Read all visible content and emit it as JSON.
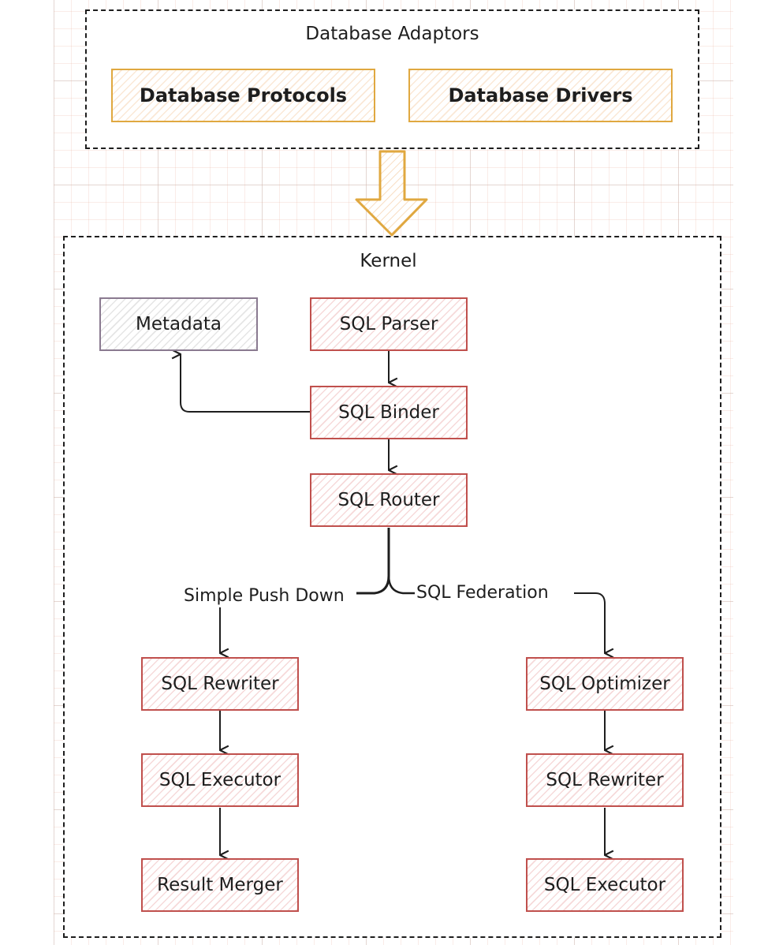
{
  "diagram": {
    "adaptors_group": {
      "title": "Database Adaptors",
      "nodes": [
        "Database Protocols",
        "Database Drivers"
      ]
    },
    "kernel_group": {
      "title": "Kernel",
      "nodes": {
        "metadata": "Metadata",
        "parser": "SQL Parser",
        "binder": "SQL Binder",
        "router": "SQL Router",
        "left_rewriter": "SQL Rewriter",
        "left_executor": "SQL Executor",
        "result_merger": "Result Merger",
        "optimizer": "SQL Optimizer",
        "right_rewriter": "SQL Rewriter",
        "right_executor": "SQL Executor"
      },
      "edge_labels": {
        "simple_push_down": "Simple Push Down",
        "sql_federation": "SQL Federation"
      }
    },
    "colors": {
      "adaptor_stroke": "#e0a840",
      "kernel_node_stroke": "#c0504d",
      "metadata_stroke": "#8a7a90",
      "text": "#1e1e1e"
    }
  }
}
